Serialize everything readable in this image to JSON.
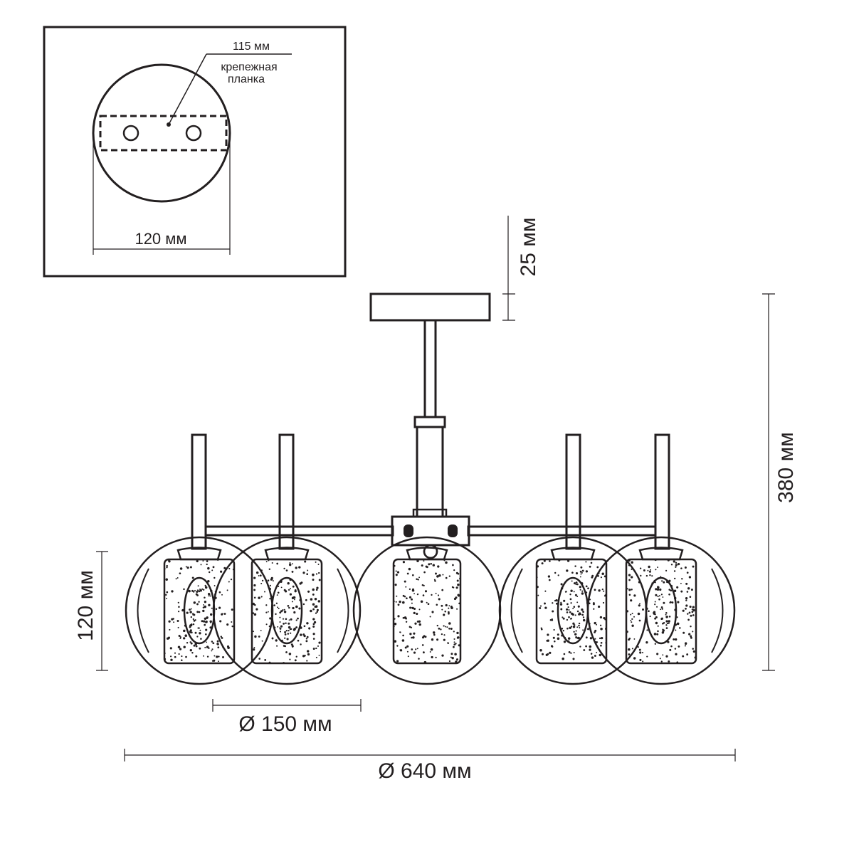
{
  "inset": {
    "plate_dimension": "115 мм",
    "plate_label_line1": "крепежная",
    "plate_label_line2": "планка",
    "canopy_diameter": "120 мм"
  },
  "main": {
    "canopy_height": "25 мм",
    "total_height": "380 мм",
    "shade_height": "120 мм",
    "shade_diameter": "Ø 150 мм",
    "overall_diameter": "Ø 640 мм"
  }
}
